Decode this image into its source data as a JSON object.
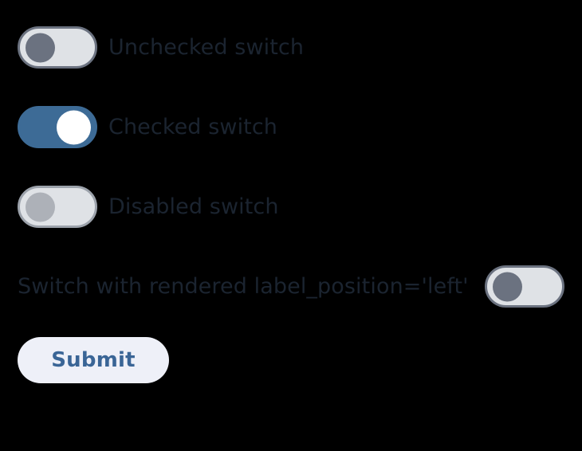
{
  "page": {
    "background_color": "#000000"
  },
  "colors": {
    "track_off_fill": "#dfe2e6",
    "track_off_border": "#6b7280",
    "track_disabled_border": "#9ca2ab",
    "thumb_off": "#6b7280",
    "thumb_disabled": "#adb1b8",
    "track_on_fill": "#3d6b96",
    "thumb_on": "#ffffff",
    "label_text": "#1b2430",
    "button_bg": "#eef0f8",
    "button_text": "#3a6596"
  },
  "switches": [
    {
      "label": "Unchecked switch",
      "checked": false,
      "disabled": false,
      "label_position": "right"
    },
    {
      "label": "Checked switch",
      "checked": true,
      "disabled": false,
      "label_position": "right"
    },
    {
      "label": "Disabled switch",
      "checked": false,
      "disabled": true,
      "label_position": "right"
    },
    {
      "label": "Switch with rendered label_position='left'",
      "checked": false,
      "disabled": false,
      "label_position": "left"
    }
  ],
  "submit": {
    "label": "Submit"
  }
}
